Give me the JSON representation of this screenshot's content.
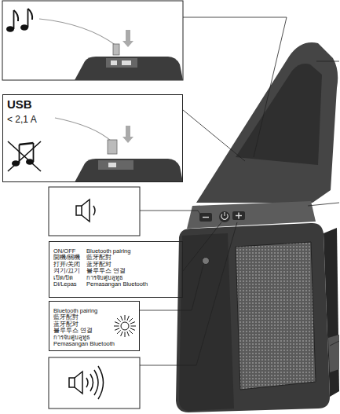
{
  "diagram": {
    "nodes": [
      {
        "text": [
          "USB",
          "< 2,1 A"
        ]
      },
      {
        "text": [
          "ON/OFF",
          "開機/關機",
          "打开/关闭",
          "켜기/끄기",
          "เปิด/ปิด",
          "Di/Lepas",
          "Bluetooth pairing",
          "藍牙配對",
          "蓝牙配对",
          "블루투스 연결",
          "การจับคู่บลูทูธ",
          "Pemasangan Bluetooth"
        ]
      },
      {
        "text": [
          "Bluetooth pairing",
          "藍牙配對",
          "蓝牙配对",
          "블루투스 연결",
          "การจับคู่บลูทูธ",
          "Pemasangan Bluetooth"
        ]
      }
    ]
  }
}
